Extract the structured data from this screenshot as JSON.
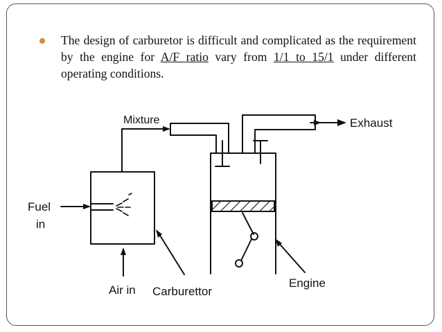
{
  "colors": {
    "bullet": "#d68a3c",
    "stroke": "#111111",
    "frame": "#555555"
  },
  "slide": {
    "bullet_icon": "filled-circle-bullet",
    "bullet_parts": {
      "p1": "The design of carburetor is difficult and complicated as the requirement by the engine for ",
      "link1": "A/F ratio",
      "p2": " vary from ",
      "link2": "1/1 to 15/1",
      "p3": " under different operating conditions."
    }
  },
  "diagram": {
    "labels": {
      "mixture": "Mixture",
      "exhaust": "Exhaust",
      "fuel_in_line1": "Fuel",
      "fuel_in_line2": "in",
      "air_in": "Air in",
      "carburettor": "Carburettor",
      "engine": "Engine"
    }
  }
}
